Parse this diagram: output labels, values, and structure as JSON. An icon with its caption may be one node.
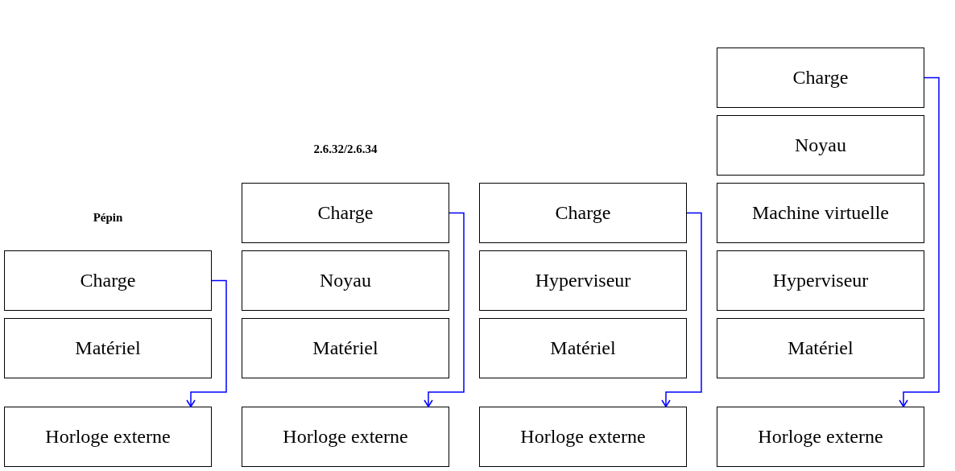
{
  "diagram": {
    "nodes": [
      {
        "text": [
          "Charge"
        ]
      },
      {
        "text": [
          "Matériel"
        ]
      },
      {
        "text": [
          "Horloge externe"
        ]
      },
      {
        "text": [
          "Charge"
        ]
      },
      {
        "text": [
          "Noyau"
        ]
      },
      {
        "text": [
          "Matériel"
        ]
      },
      {
        "text": [
          "Horloge externe"
        ]
      },
      {
        "text": [
          "Charge"
        ]
      },
      {
        "text": [
          "Hyperviseur"
        ]
      },
      {
        "text": [
          "Matériel"
        ]
      },
      {
        "text": [
          "Horloge externe"
        ]
      },
      {
        "text": [
          "Charge"
        ]
      },
      {
        "text": [
          "Noyau"
        ]
      },
      {
        "text": [
          "Machine virtuelle"
        ]
      },
      {
        "text": [
          "Hyperviseur"
        ]
      },
      {
        "text": [
          "Matériel"
        ]
      },
      {
        "text": [
          "Horloge externe"
        ]
      }
    ],
    "edges": [
      {
        "from": 0,
        "to": 2,
        "arrow": "to"
      },
      {
        "from": 3,
        "to": 6,
        "arrow": "to"
      },
      {
        "from": 7,
        "to": 10,
        "arrow": "to"
      },
      {
        "from": 11,
        "to": 16,
        "arrow": "to"
      }
    ],
    "labels": [
      "Pépin",
      "2.6.32/2.6.34"
    ]
  }
}
